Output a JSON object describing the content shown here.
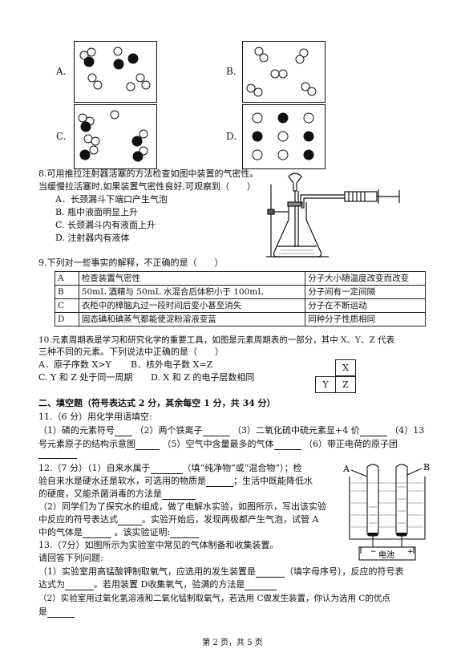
{
  "options_top": {
    "A": "A.",
    "B": "B.",
    "C": "C.",
    "D": "D."
  },
  "q8": {
    "line1": "8.可用推拉注射器活塞的方法检查如图中装置的气密性。",
    "line2": "当缓慢拉活塞时,如果装置气密性良好,可观察到（　　）",
    "opts": [
      "A．长颈漏斗下端口产生气泡",
      "B. 瓶中液面明显上升",
      "C. 长颈漏斗内有液面上升",
      "D. 注射器内有液体"
    ]
  },
  "q9": {
    "title": "9.下列对一些事实的解释，不正确的是（　　）",
    "rows": [
      [
        "A",
        "检查装置气密性",
        "分子大小随温度改变而改变"
      ],
      [
        "B",
        "50mL 酒精与 50mL 水混合后体积小于 100mL",
        "分子间有一定间隔"
      ],
      [
        "C",
        "衣柜中的樟脑丸过一段时间后变小甚至消失",
        "分子在不断运动"
      ],
      [
        "D",
        "固态碘和碘蒸气都能使淀粉溶液变蓝",
        "同种分子性质相同"
      ]
    ]
  },
  "q10": {
    "line1": "10.元素周期表是学习和研究化学的重要工具，如图是元素周期表的一部分，其中 X、Y、Z 代表",
    "line2": "三种不同的元素。下列说法中正确的是（　　）",
    "optA": "A．原子序数 X>Y",
    "optB": "B．核外电子数 X=Z",
    "optC": "C. Y 和 Z 处于同一周期",
    "optD": "D. X 和 Z 的电子层数相同",
    "grid": {
      "X": "X",
      "Y": "Y",
      "Z": "Z"
    }
  },
  "section2": "二、填空题（符号表达式 2 分，其余每空 1 分，共 34 分）",
  "q11": {
    "line1": "11.（6 分）用化学用语填空:",
    "line2a": "（1）磷的元素符号",
    "line2b": "（2）两个铁离子",
    "line2c": "（3）二氧化硫中硫元素显+4 价",
    "line2d": "（4）13",
    "line3a": "号元素原子的结构示意图",
    "line3b": "（5）空气中含量最多的气体",
    "line3c": "（6）带正电荷的原子团"
  },
  "q12": {
    "line1a": "12.（7 分）（1）自来水属于",
    "line1b": "（填“纯净物”或“混合物”）；检",
    "line2a": "验自来水是硬水还是软水，可选用的物质是",
    "line2b": "；生活中既能降低水",
    "line3": "的硬度，又能杀菌消毒的方法是",
    "line4": "（2）同学们为了探究水的组成，做了电解水实验，如图所示，写出该实验",
    "line5a": "中反应的符号表达式",
    "line5b": "。实验开始后，发现两极都产生气泡，试管 A",
    "line6a": "中的气体是",
    "line6b": "。该实验证明:",
    "label_A": "A",
    "label_B": "B",
    "battery": "电池"
  },
  "q13": {
    "line1": "13.（7分）如图所示为实验室中常见的气体制备和收集装置。",
    "line2": "请回答下列问题:",
    "line3a": "（1）实验室用高锰酸钾制取氧气，应选用的发生装置是",
    "line3b": "（填字母序号），反应的符号表",
    "line4a": "达式为",
    "line4b": "。若用装置 D收集氧气，验满的方法是",
    "line5": "（2）实验室用过氧化氢溶液和二氧化锰制取氧气，若选用 C做发生装置，你认为选用 C的优点",
    "line6": "是"
  },
  "footer": "第 2 页，共 5 页"
}
